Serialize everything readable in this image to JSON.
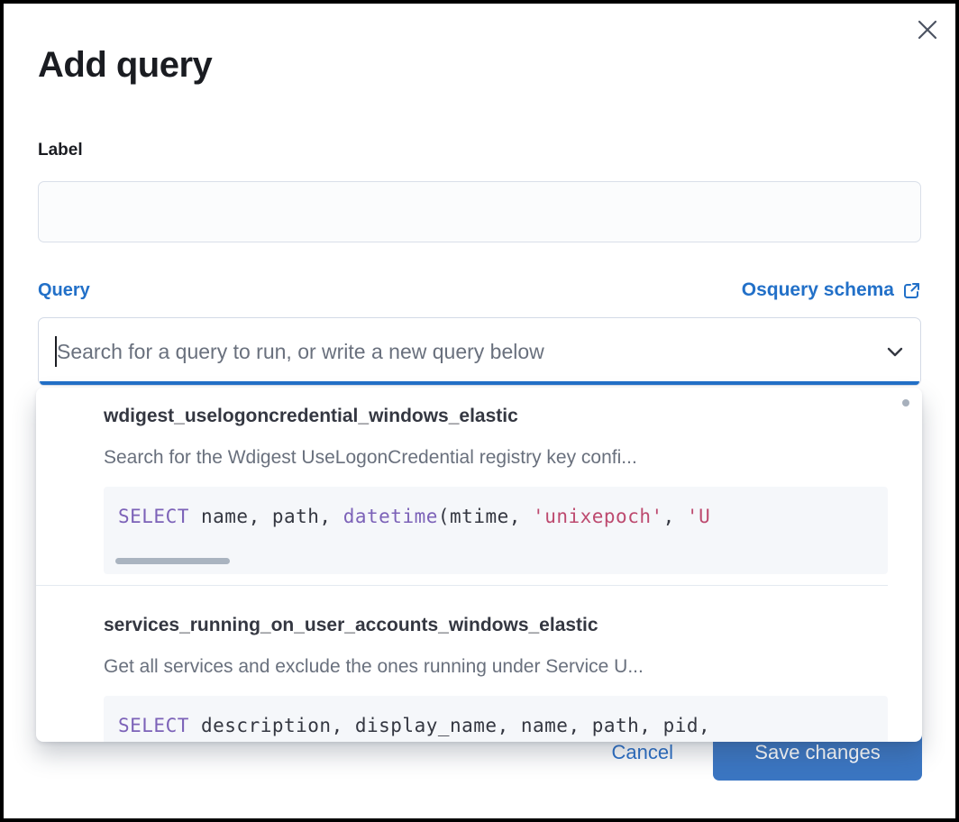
{
  "modal": {
    "title": "Add query",
    "label_field": {
      "label": "Label",
      "value": ""
    },
    "query_field": {
      "label": "Query",
      "schema_link_label": "Osquery schema",
      "placeholder": "Search for a query to run, or write a new query below",
      "value": ""
    },
    "dropdown": {
      "options": [
        {
          "title": "wdigest_uselogoncredential_windows_elastic",
          "description": "Search for the Wdigest UseLogonCredential registry key confi...",
          "code_tokens": [
            {
              "text": "SELECT",
              "type": "keyword"
            },
            {
              "text": " name, path, ",
              "type": "plain"
            },
            {
              "text": "datetime",
              "type": "keyword"
            },
            {
              "text": "(mtime, ",
              "type": "plain"
            },
            {
              "text": "'unixepoch'",
              "type": "string"
            },
            {
              "text": ", ",
              "type": "plain"
            },
            {
              "text": "'U",
              "type": "string"
            }
          ],
          "has_horizontal_scrollbar": true
        },
        {
          "title": "services_running_on_user_accounts_windows_elastic",
          "description": "Get all services and exclude the ones running under Service U...",
          "code_tokens": [
            {
              "text": "SELECT",
              "type": "keyword"
            },
            {
              "text": " description, display_name, name, path, pid,",
              "type": "plain"
            }
          ],
          "has_horizontal_scrollbar": false
        }
      ]
    },
    "footer": {
      "cancel_label": "Cancel",
      "save_label": "Save changes"
    }
  },
  "icons": {
    "close": "close-icon",
    "external_link": "external-link-icon",
    "chevron_down": "chevron-down-icon"
  },
  "colors": {
    "accent_blue": "#2270C8",
    "button_blue": "#3B76C2",
    "title_text": "#1A1C21",
    "option_title_text": "#343741",
    "muted_text": "#69707D",
    "code_background": "#F5F7FA",
    "code_keyword": "#7C62B8",
    "code_string": "#BD4A6F",
    "input_border": "#D3DAE6",
    "scrollbar_thumb": "#AAB4C0",
    "frame_border": "#000000"
  }
}
